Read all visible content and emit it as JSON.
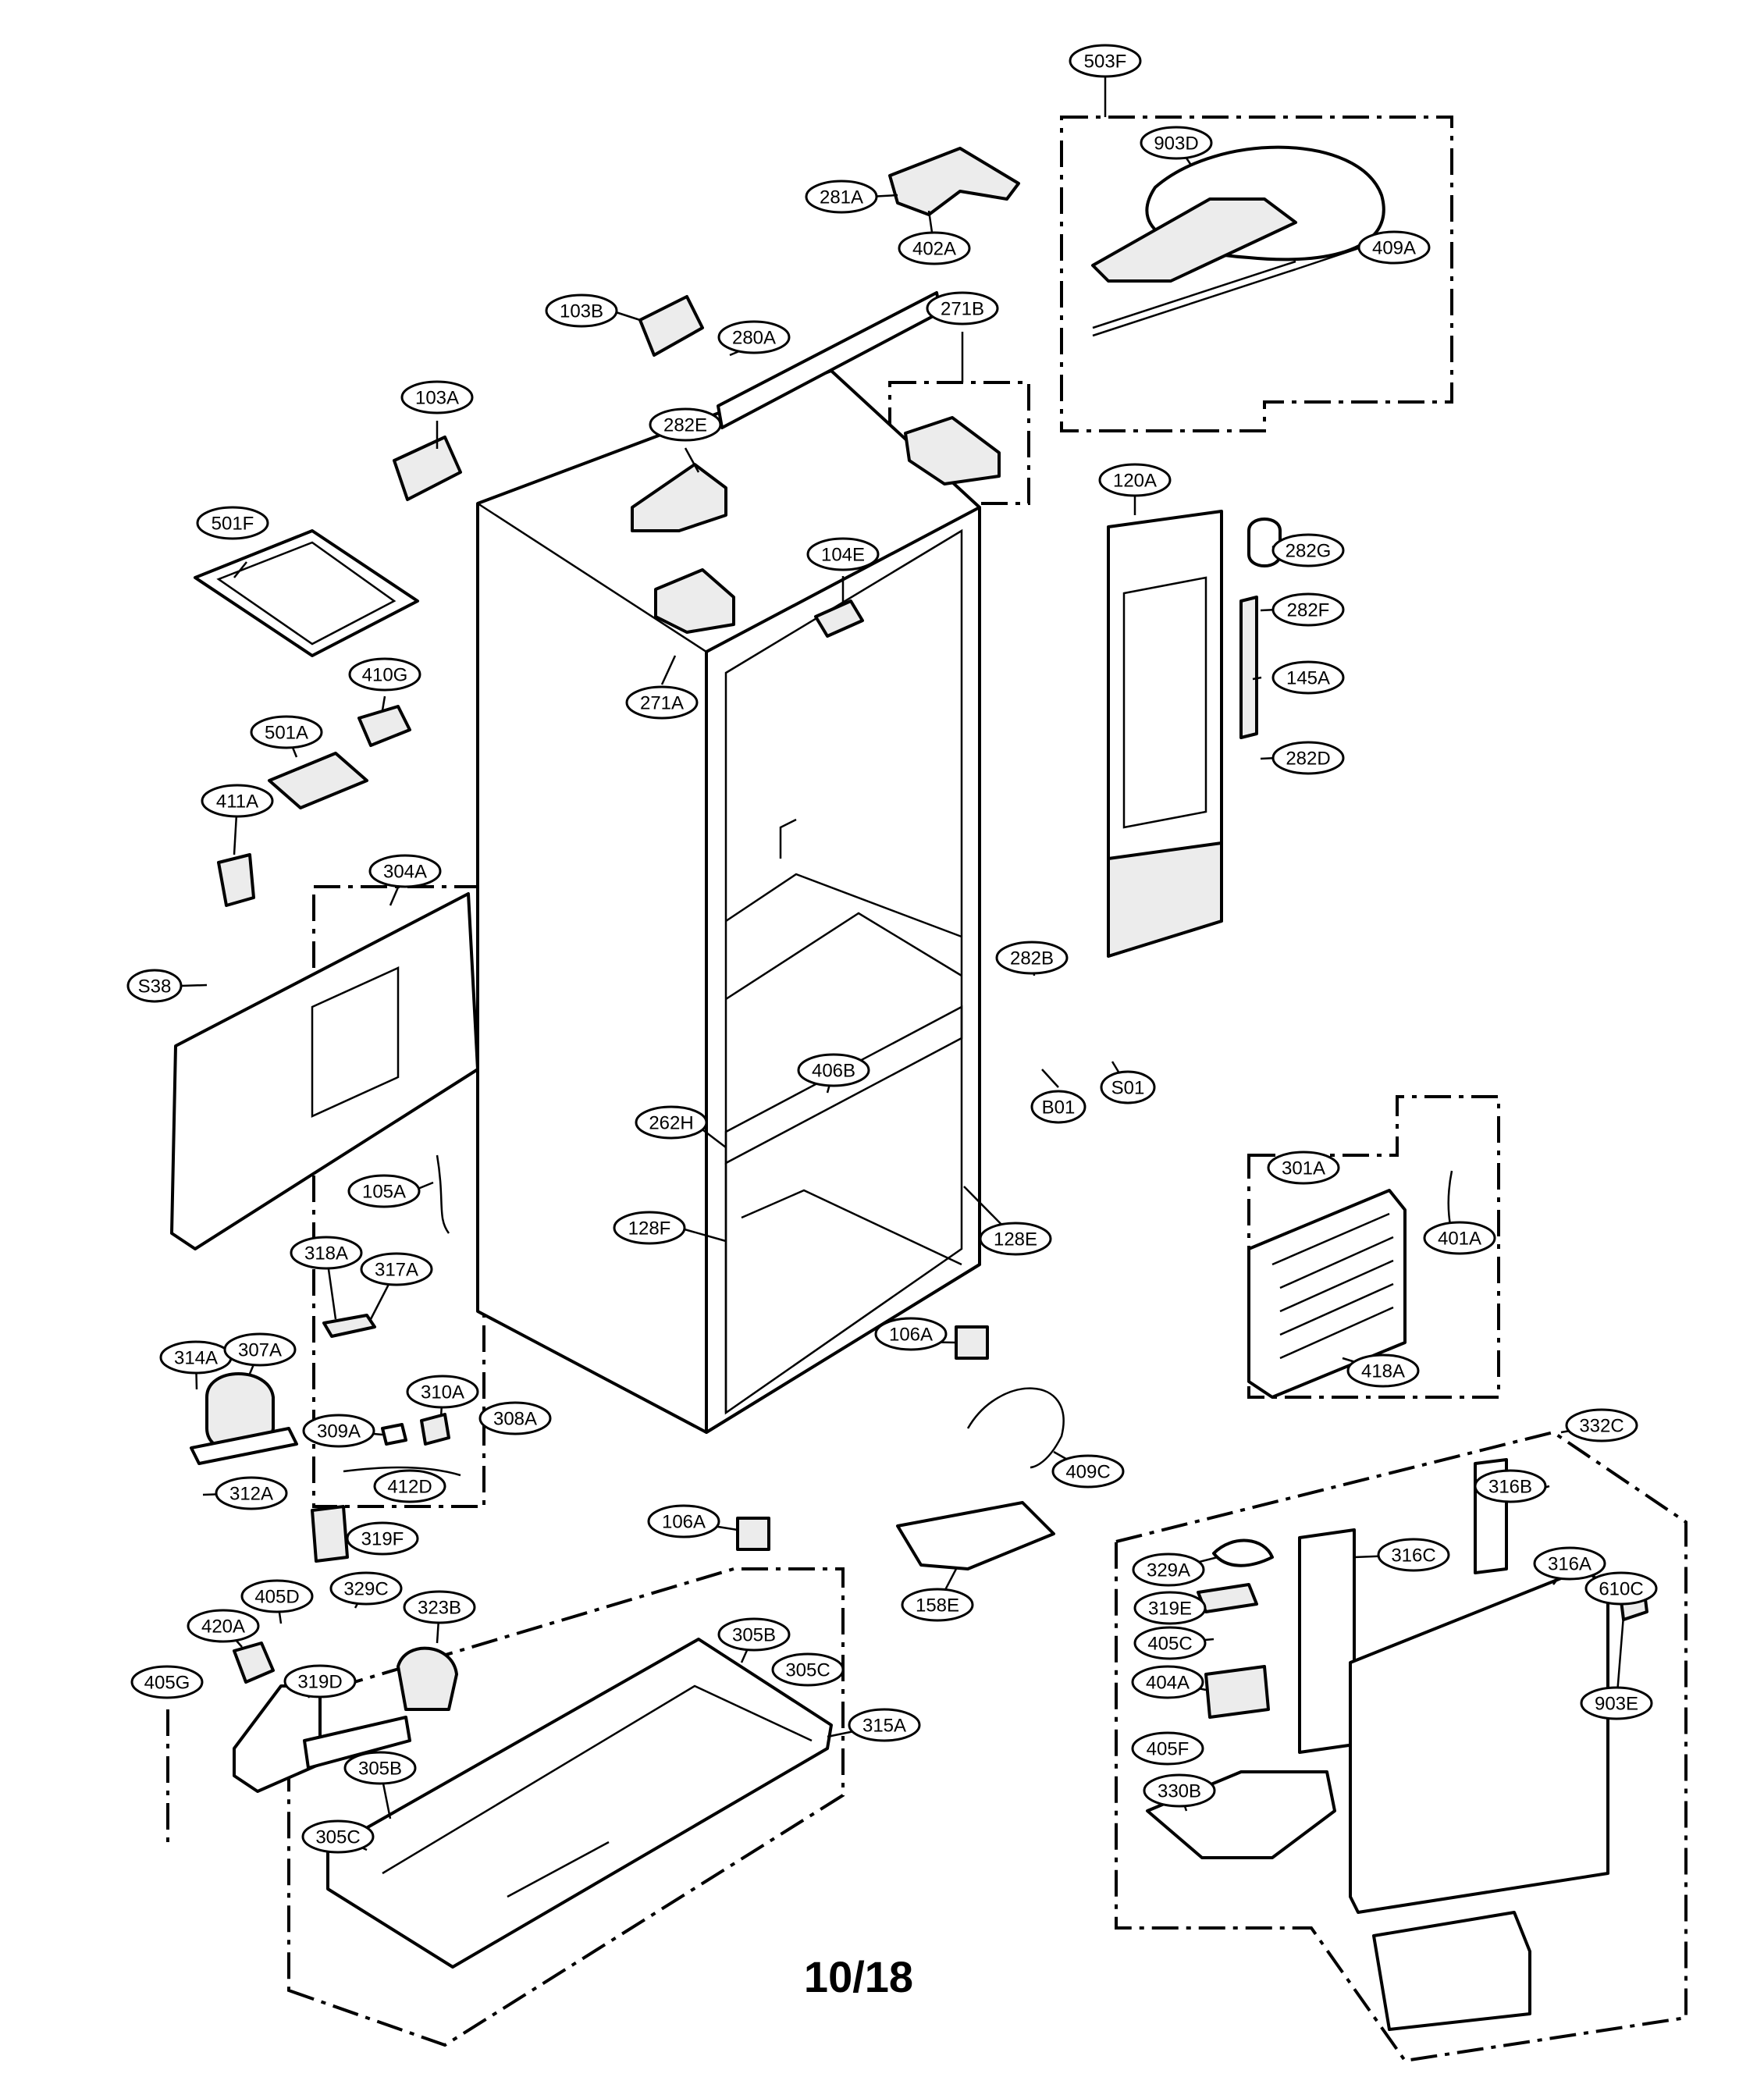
{
  "page_number": "10/18",
  "callouts": [
    {
      "id": "503F",
      "label": "503F"
    },
    {
      "id": "903D",
      "label": "903D"
    },
    {
      "id": "409A",
      "label": "409A"
    },
    {
      "id": "281A",
      "label": "281A"
    },
    {
      "id": "402A",
      "label": "402A"
    },
    {
      "id": "103B",
      "label": "103B"
    },
    {
      "id": "280A",
      "label": "280A"
    },
    {
      "id": "271B",
      "label": "271B"
    },
    {
      "id": "103A",
      "label": "103A"
    },
    {
      "id": "282E",
      "label": "282E"
    },
    {
      "id": "120A",
      "label": "120A"
    },
    {
      "id": "282G",
      "label": "282G"
    },
    {
      "id": "104E",
      "label": "104E"
    },
    {
      "id": "501F",
      "label": "501F"
    },
    {
      "id": "282F",
      "label": "282F"
    },
    {
      "id": "410G",
      "label": "410G"
    },
    {
      "id": "145A",
      "label": "145A"
    },
    {
      "id": "271A",
      "label": "271A"
    },
    {
      "id": "501A",
      "label": "501A"
    },
    {
      "id": "282D",
      "label": "282D"
    },
    {
      "id": "411A",
      "label": "411A"
    },
    {
      "id": "304A",
      "label": "304A"
    },
    {
      "id": "282B",
      "label": "282B"
    },
    {
      "id": "S38",
      "label": "S38"
    },
    {
      "id": "B01",
      "label": "B01"
    },
    {
      "id": "S01",
      "label": "S01"
    },
    {
      "id": "406B",
      "label": "406B"
    },
    {
      "id": "262H",
      "label": "262H"
    },
    {
      "id": "301A",
      "label": "301A"
    },
    {
      "id": "105A",
      "label": "105A"
    },
    {
      "id": "128F",
      "label": "128F"
    },
    {
      "id": "401A",
      "label": "401A"
    },
    {
      "id": "128E",
      "label": "128E"
    },
    {
      "id": "318A",
      "label": "318A"
    },
    {
      "id": "317A",
      "label": "317A"
    },
    {
      "id": "106A-top",
      "label": "106A"
    },
    {
      "id": "314A",
      "label": "314A"
    },
    {
      "id": "307A",
      "label": "307A"
    },
    {
      "id": "418A",
      "label": "418A"
    },
    {
      "id": "310A",
      "label": "310A"
    },
    {
      "id": "309A",
      "label": "309A"
    },
    {
      "id": "308A",
      "label": "308A"
    },
    {
      "id": "332C",
      "label": "332C"
    },
    {
      "id": "409C",
      "label": "409C"
    },
    {
      "id": "412D",
      "label": "412D"
    },
    {
      "id": "312A",
      "label": "312A"
    },
    {
      "id": "316B",
      "label": "316B"
    },
    {
      "id": "106A-bottom",
      "label": "106A"
    },
    {
      "id": "319F",
      "label": "319F"
    },
    {
      "id": "316C",
      "label": "316C"
    },
    {
      "id": "329A",
      "label": "329A"
    },
    {
      "id": "316A",
      "label": "316A"
    },
    {
      "id": "158E",
      "label": "158E"
    },
    {
      "id": "319E",
      "label": "319E"
    },
    {
      "id": "610C",
      "label": "610C"
    },
    {
      "id": "405D",
      "label": "405D"
    },
    {
      "id": "329C",
      "label": "329C"
    },
    {
      "id": "420A",
      "label": "420A"
    },
    {
      "id": "323B",
      "label": "323B"
    },
    {
      "id": "305B-top",
      "label": "305B"
    },
    {
      "id": "405C",
      "label": "405C"
    },
    {
      "id": "305C-top",
      "label": "305C"
    },
    {
      "id": "405G",
      "label": "405G"
    },
    {
      "id": "319D",
      "label": "319D"
    },
    {
      "id": "404A",
      "label": "404A"
    },
    {
      "id": "903E",
      "label": "903E"
    },
    {
      "id": "315A",
      "label": "315A"
    },
    {
      "id": "405F",
      "label": "405F"
    },
    {
      "id": "330B",
      "label": "330B"
    },
    {
      "id": "305B-bottom",
      "label": "305B"
    },
    {
      "id": "305C-bottom",
      "label": "305C"
    }
  ]
}
